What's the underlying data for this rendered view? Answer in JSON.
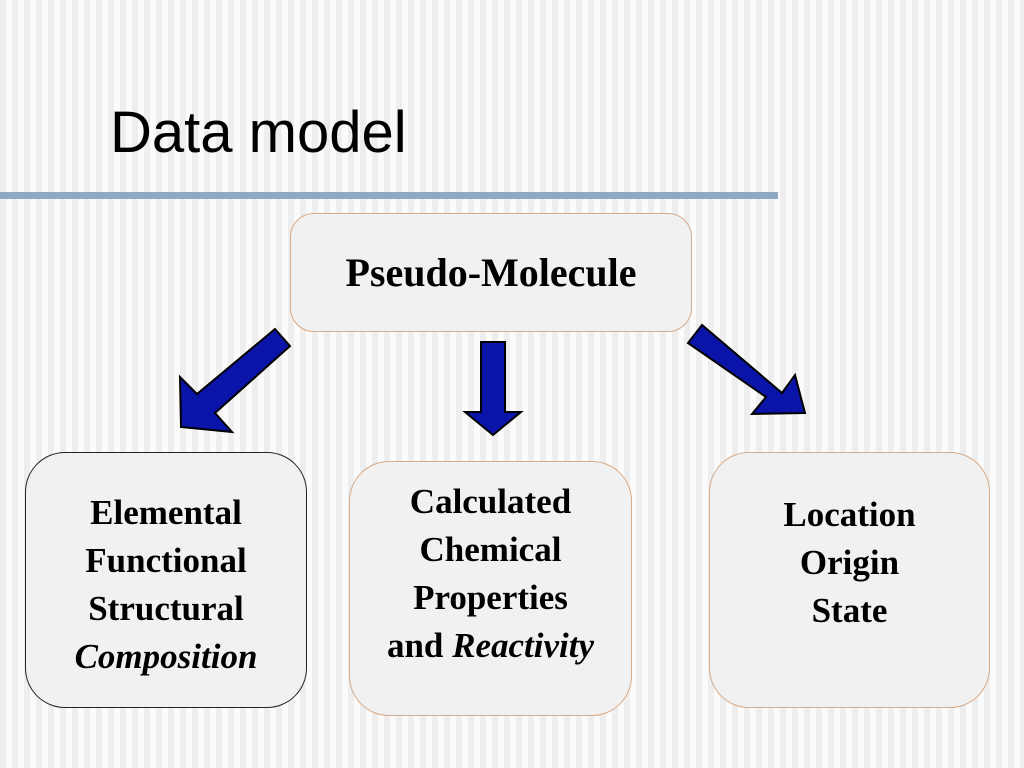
{
  "slide": {
    "title": "Data model"
  },
  "diagram": {
    "root": {
      "label": "Pseudo-Molecule"
    },
    "children": [
      {
        "lines": [
          "Elemental",
          "Functional",
          "Structural"
        ],
        "italic_line": "Composition"
      },
      {
        "lines": [
          "Calculated",
          "Chemical",
          "Properties"
        ],
        "last_prefix": "and ",
        "last_italic": "Reactivity"
      },
      {
        "lines": [
          "Location",
          "Origin",
          "State"
        ]
      }
    ]
  },
  "colors": {
    "arrow_fill": "#0a14a8",
    "title_rule": "#8fa9c5",
    "box_fill": "#f1f1f1",
    "box_border_accent": "#d7a985"
  }
}
